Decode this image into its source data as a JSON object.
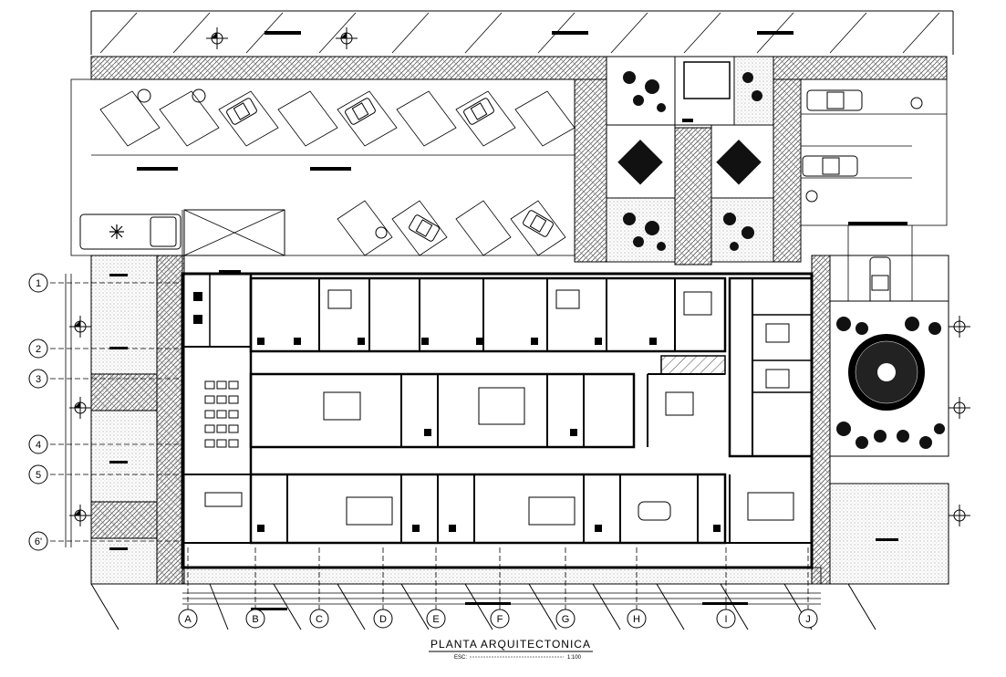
{
  "drawing": {
    "title": "PLANTA ARQUITECTONICA",
    "scale_prefix": "ESC:",
    "scale_value": "1:100"
  },
  "grid_axes": {
    "columns": [
      "A",
      "B",
      "C",
      "D",
      "E",
      "F",
      "G",
      "H",
      "I",
      "J"
    ],
    "rows": [
      "1",
      "2",
      "3",
      "4",
      "5",
      "6'"
    ]
  },
  "colors": {
    "line": "#000000",
    "background": "#ffffff",
    "paving_hatch": "#555555"
  },
  "icons": [
    "north-arrow-marker-icon",
    "ambulance-icon",
    "car-icon",
    "accessibility-icon",
    "tree-icon",
    "fountain-icon",
    "table-icon"
  ]
}
